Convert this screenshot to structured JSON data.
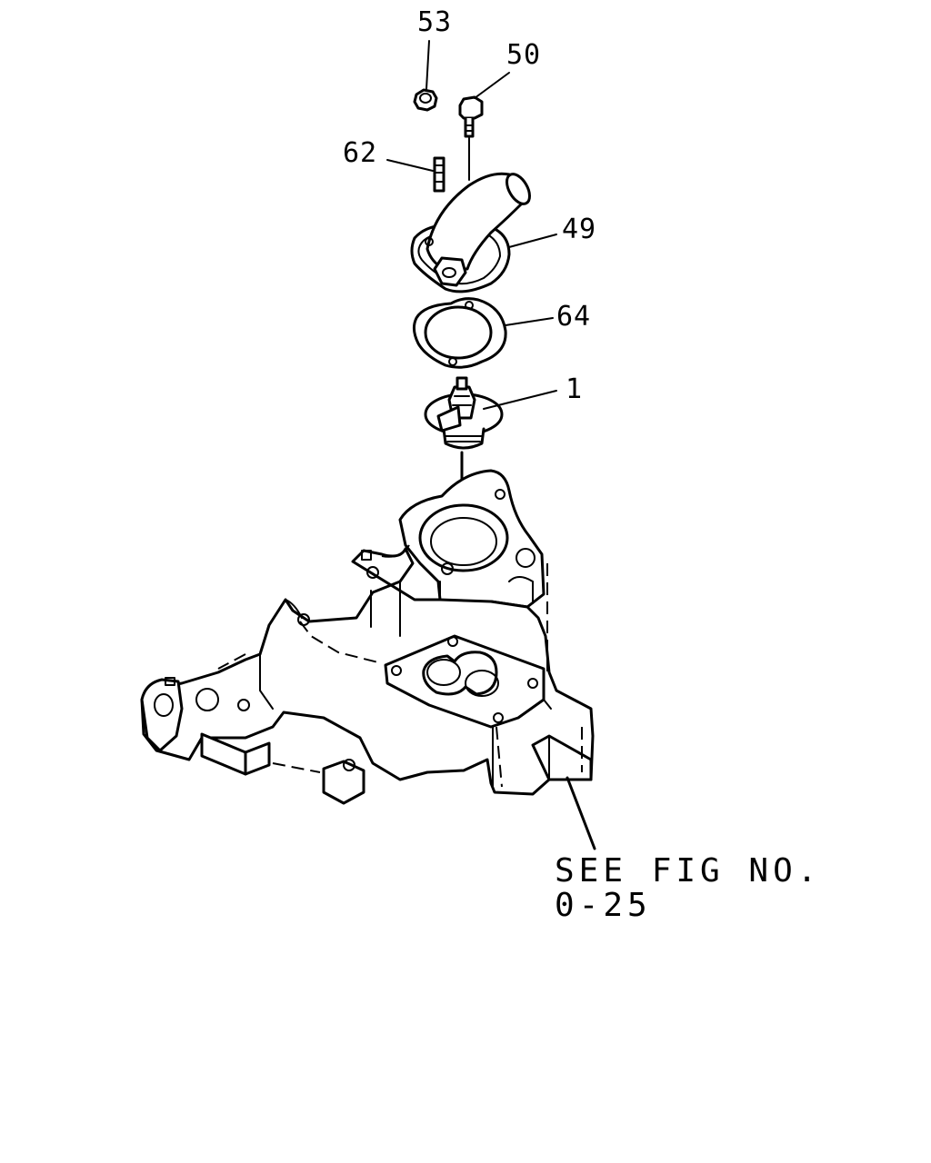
{
  "callouts": {
    "nut": "53",
    "bolt": "50",
    "stud": "62",
    "water_outlet": "49",
    "gasket": "64",
    "thermostat": "1"
  },
  "reference": {
    "line1": "SEE FIG NO.",
    "line2": "0-25"
  }
}
